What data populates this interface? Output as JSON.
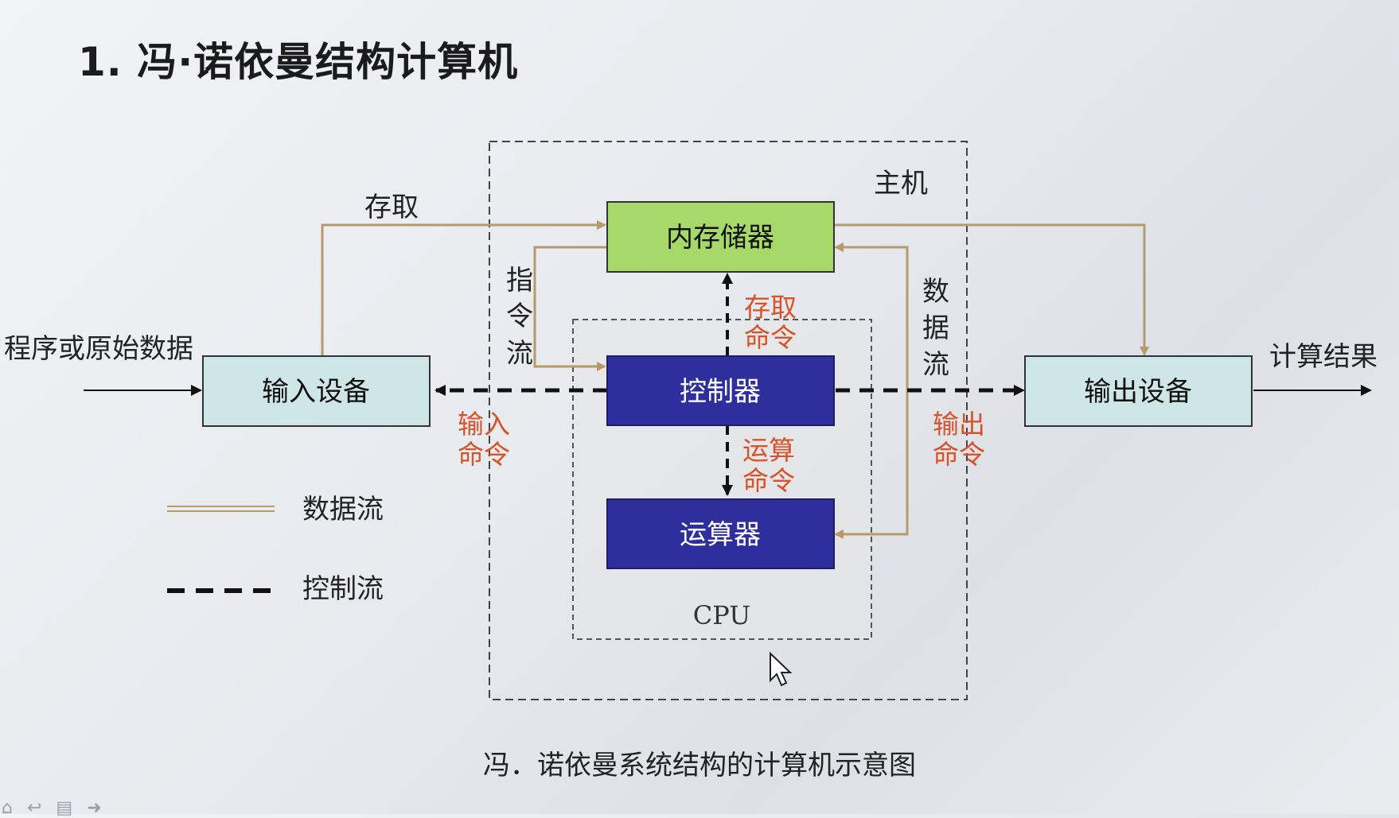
{
  "slide": {
    "title": "1. 冯·诺依曼结构计算机"
  },
  "diagram": {
    "host_label": "主机",
    "cpu_label": "CPU",
    "boxes": {
      "memory": "内存储器",
      "controller": "控制器",
      "alu": "运算器",
      "input": "输入设备",
      "output": "输出设备"
    },
    "labels": {
      "access_top": "存取",
      "instruction_flow": [
        "指",
        "令",
        "流"
      ],
      "data_flow_vertical": [
        "数",
        "据",
        "流"
      ],
      "access_cmd": [
        "存取",
        "命令"
      ],
      "alu_cmd": [
        "运算",
        "命令"
      ],
      "input_cmd": [
        "输入",
        "命令"
      ],
      "output_cmd": [
        "输出",
        "命令"
      ],
      "program_input": "程序或原始数据",
      "result": "计算结果"
    },
    "legend": {
      "data_flow": "数据流",
      "control_flow": "控制流"
    },
    "colors": {
      "data_line": "#b89a6a",
      "memory_fill": "#a6d96a",
      "cpu_block_fill": "#2e2f9c",
      "io_fill": "#cfe6e6",
      "command_text": "#d8532a"
    },
    "caption": "冯．诺依曼系统结构的计算机示意图"
  },
  "nav": {
    "icons": [
      "home-icon",
      "back-icon",
      "menu-icon",
      "forward-icon"
    ]
  }
}
